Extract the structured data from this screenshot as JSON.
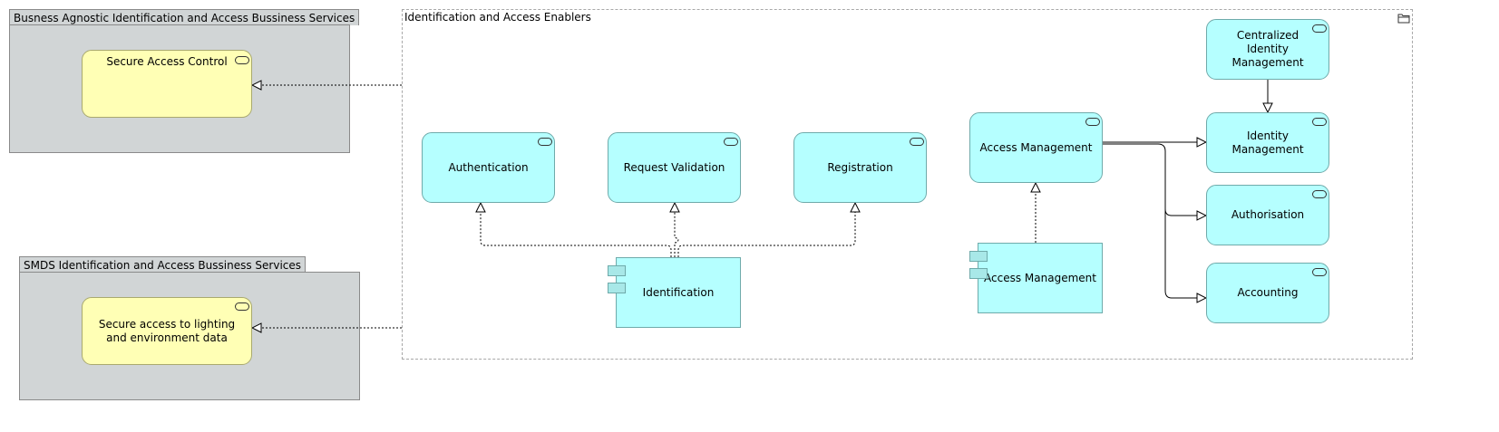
{
  "groups": {
    "business_agnostic": {
      "title": "Busness Agnostic Identification and Access Bussiness Services"
    },
    "smds": {
      "title": "SMDS Identification and Access Bussiness Services"
    },
    "enablers": {
      "title": "Identification and Access Enablers",
      "icon": "folder-icon"
    }
  },
  "nodes": {
    "secure_access_control": "Secure Access Control",
    "secure_access_lighting": "Secure access to lighting and environment data",
    "authentication": "Authentication",
    "request_validation": "Request Validation",
    "registration": "Registration",
    "identification": "Identification",
    "access_management_service": "Access Management",
    "access_management_component": "Access Management",
    "centralized_identity_management": "Centralized Identity Management",
    "identity_management": "Identity Management",
    "authorisation": "Authorisation",
    "accounting": "Accounting"
  },
  "colors": {
    "application_service": "#b5ffff",
    "business_service": "#ffffb5",
    "group_fill": "#d1d5d6"
  }
}
